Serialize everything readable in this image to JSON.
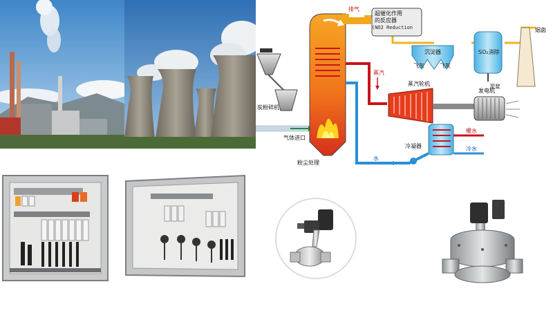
{
  "diagram": {
    "labels": {
      "exhaust_top": "排气",
      "catalytic_reactor_line1": "超催化作用",
      "catalytic_reactor_line2": "的反应器",
      "catalytic_reactor_line3": "(NO2 Reduction",
      "chimney": "烟囱",
      "precipitator": "沉淀器",
      "fly_ash_left": "飞灰",
      "fly_ash_right": "飞灰",
      "desulfurizer": "SO₂消除",
      "sludge": "泥浆",
      "steam": "蒸汽",
      "turbine": "蒸汽轮机",
      "generator": "发电机",
      "coal_pulverizer": "炭粉碎机",
      "gas_inlet": "气体进口",
      "heating_water": "暖水",
      "condenser": "冷凝器",
      "cold_water": "冷水",
      "water": "水",
      "dust_treatment": "粉尘处理"
    }
  }
}
